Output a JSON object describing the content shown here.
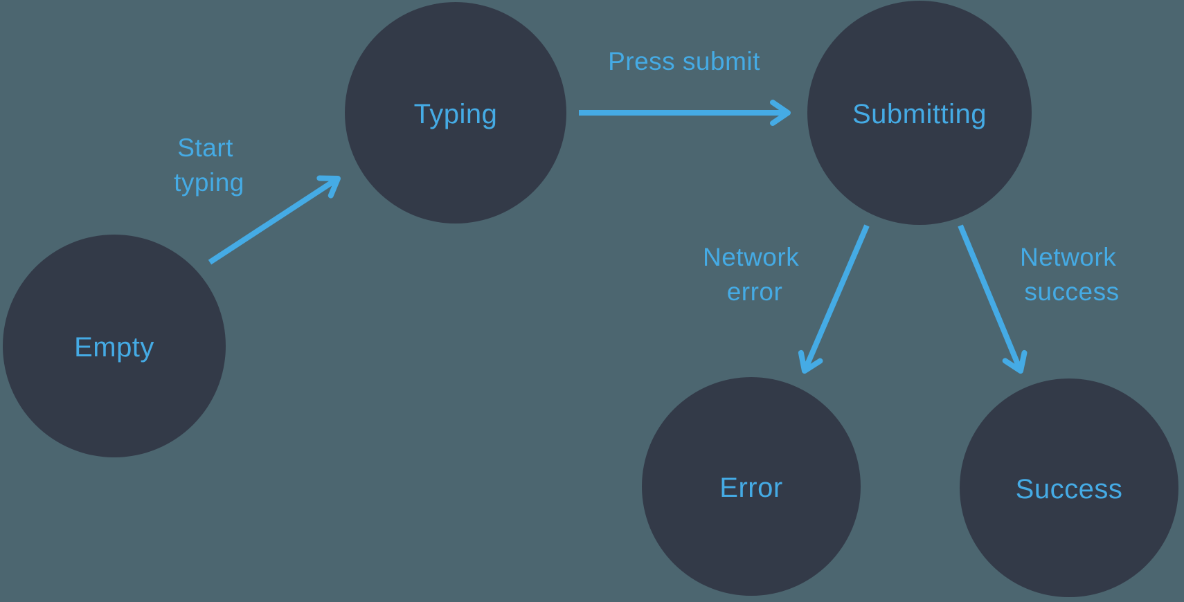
{
  "colors": {
    "background": "#4C6670",
    "node_fill": "#333A48",
    "accent": "#45ABE5"
  },
  "nodes": {
    "empty": {
      "label": "Empty"
    },
    "typing": {
      "label": "Typing"
    },
    "submitting": {
      "label": "Submitting"
    },
    "error": {
      "label": "Error"
    },
    "success": {
      "label": "Success"
    }
  },
  "edges": {
    "start_typing": {
      "line1": "Start",
      "line2": "typing"
    },
    "press_submit": {
      "line1": "Press submit"
    },
    "network_error": {
      "line1": "Network",
      "line2": "error"
    },
    "network_success": {
      "line1": "Network",
      "line2": "success"
    }
  }
}
